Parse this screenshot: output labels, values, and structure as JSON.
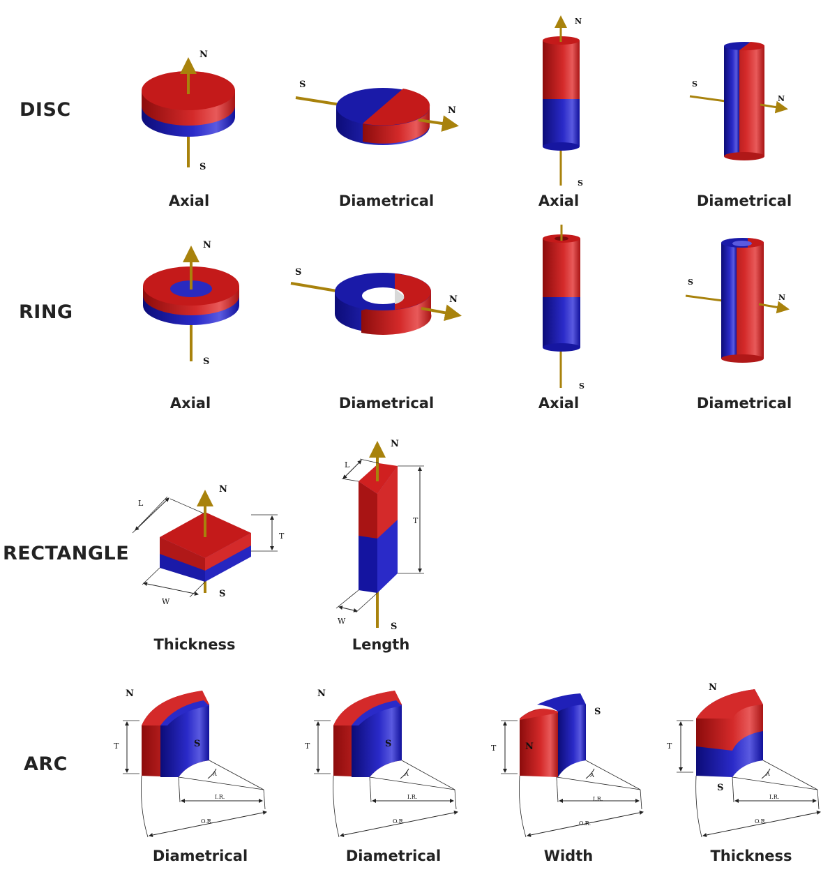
{
  "rows": {
    "disc": "DISC",
    "ring": "RING",
    "rectangle": "RECTANGLE",
    "arc": "ARC"
  },
  "captions": {
    "disc_1": "Axial",
    "disc_2": "Diametrical",
    "disc_3": "Axial",
    "disc_4": "Diametrical",
    "ring_1": "Axial",
    "ring_2": "Diametrical",
    "ring_3": "Axial",
    "ring_4": "Diametrical",
    "rect_1": "Thickness",
    "rect_2": "Length",
    "arc_1": "Diametrical",
    "arc_2": "Diametrical",
    "arc_3": "Width",
    "arc_4": "Thickness"
  },
  "poles": {
    "north": "N",
    "south": "S"
  },
  "dimensions": {
    "length": "L",
    "width": "W",
    "thickness": "T",
    "angle": "A",
    "inner_radius": "I.R.",
    "outer_radius": "O.R."
  },
  "colors": {
    "north_red": "#c41a1a",
    "south_blue": "#1a1aa8",
    "rod_gold": "#a8820c"
  }
}
